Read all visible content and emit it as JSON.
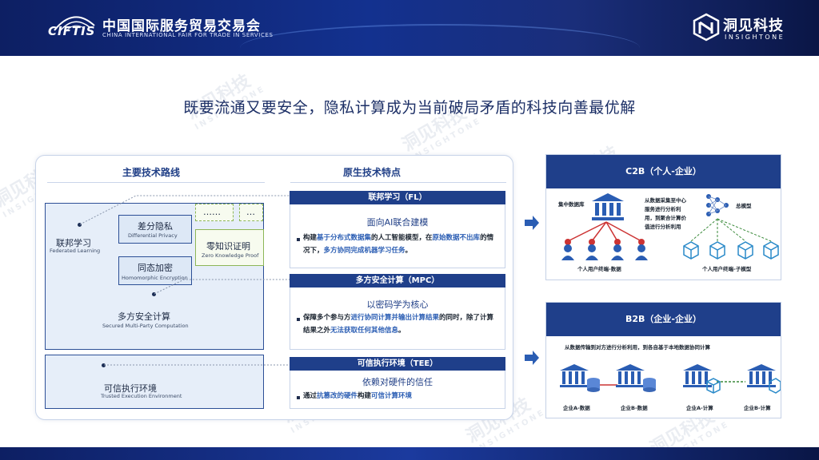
{
  "header": {
    "ciftis_logo_text": "CIFTIS",
    "fair_name_cn": "中国国际服务贸易交易会",
    "fair_name_en": "CHINA INTERNATIONAL FAIR FOR TRADE IN SERVICES",
    "brand_name_cn": "洞见科技",
    "brand_name_en": "INSIGHTONE",
    "colors": {
      "header_dark": "#0d1f63",
      "header_mid": "#13318f",
      "accent": "#1f3f8a",
      "green": "#8db657"
    }
  },
  "watermark": {
    "cn": "洞见科技",
    "en": "INSIGHTONE"
  },
  "title": "既要流通又要安全，隐私计算成为当前破局矛盾的科技向善最优解",
  "left_panel": {
    "col1_heading": "主要技术路线",
    "col2_heading": "原生技术特点",
    "tech_routes": {
      "fl": {
        "cn": "联邦学习",
        "en": "Federated Learning"
      },
      "dp": {
        "cn": "差分隐私",
        "en": "Differential Privacy"
      },
      "he": {
        "cn": "同态加密",
        "en": "Homomorphic Encryption"
      },
      "zkp": {
        "cn": "零知识证明",
        "en": "Zero Knowledge Proof"
      },
      "mpc": {
        "cn": "多方安全计算",
        "en": "Secured Multi-Party Computation"
      },
      "tee": {
        "cn": "可信执行环境",
        "en": "Trusted Execution Environment"
      },
      "placeholder1": "……",
      "placeholder2": "…"
    },
    "features": [
      {
        "header": "联邦学习（FL）",
        "title": "面向AI联合建模",
        "text_parts": [
          "构建",
          "基于分布式数据集",
          "的人工智能模型，在",
          "原始数据不出库",
          "的情况下，",
          "多方协同完成机器学习任务",
          "。"
        ]
      },
      {
        "header": "多方安全计算（MPC）",
        "title": "以密码学为核心",
        "text_parts": [
          "保障多个参与方",
          "进行协同计算并输出计算结果",
          "的同时，除了计算结果之外",
          "无法获取任何其他信息",
          "。"
        ]
      },
      {
        "header": "可信执行环境（TEE）",
        "title": "依赖对硬件的信任",
        "text_parts": [
          "通过",
          "抗篡改的硬件",
          "构建",
          "可信计算环境"
        ]
      }
    ]
  },
  "c2b": {
    "header": "C2B（个人-企业）",
    "central_db": "集中数据库",
    "description": "从数据采集至中心服务进行分析利用，到聚合计算价值进行分析利用",
    "global_model": "总模型",
    "left_caption": "个人用户终端-数据",
    "right_caption": "个人用户终端-子模型"
  },
  "b2b": {
    "header": "B2B（企业-企业）",
    "description": "从数据传输到对方进行分析利用，到各自基于本地数据协同计算",
    "labels": [
      "企业A-数据",
      "企业B-数据",
      "企业A-计算",
      "企业B-计算"
    ]
  }
}
